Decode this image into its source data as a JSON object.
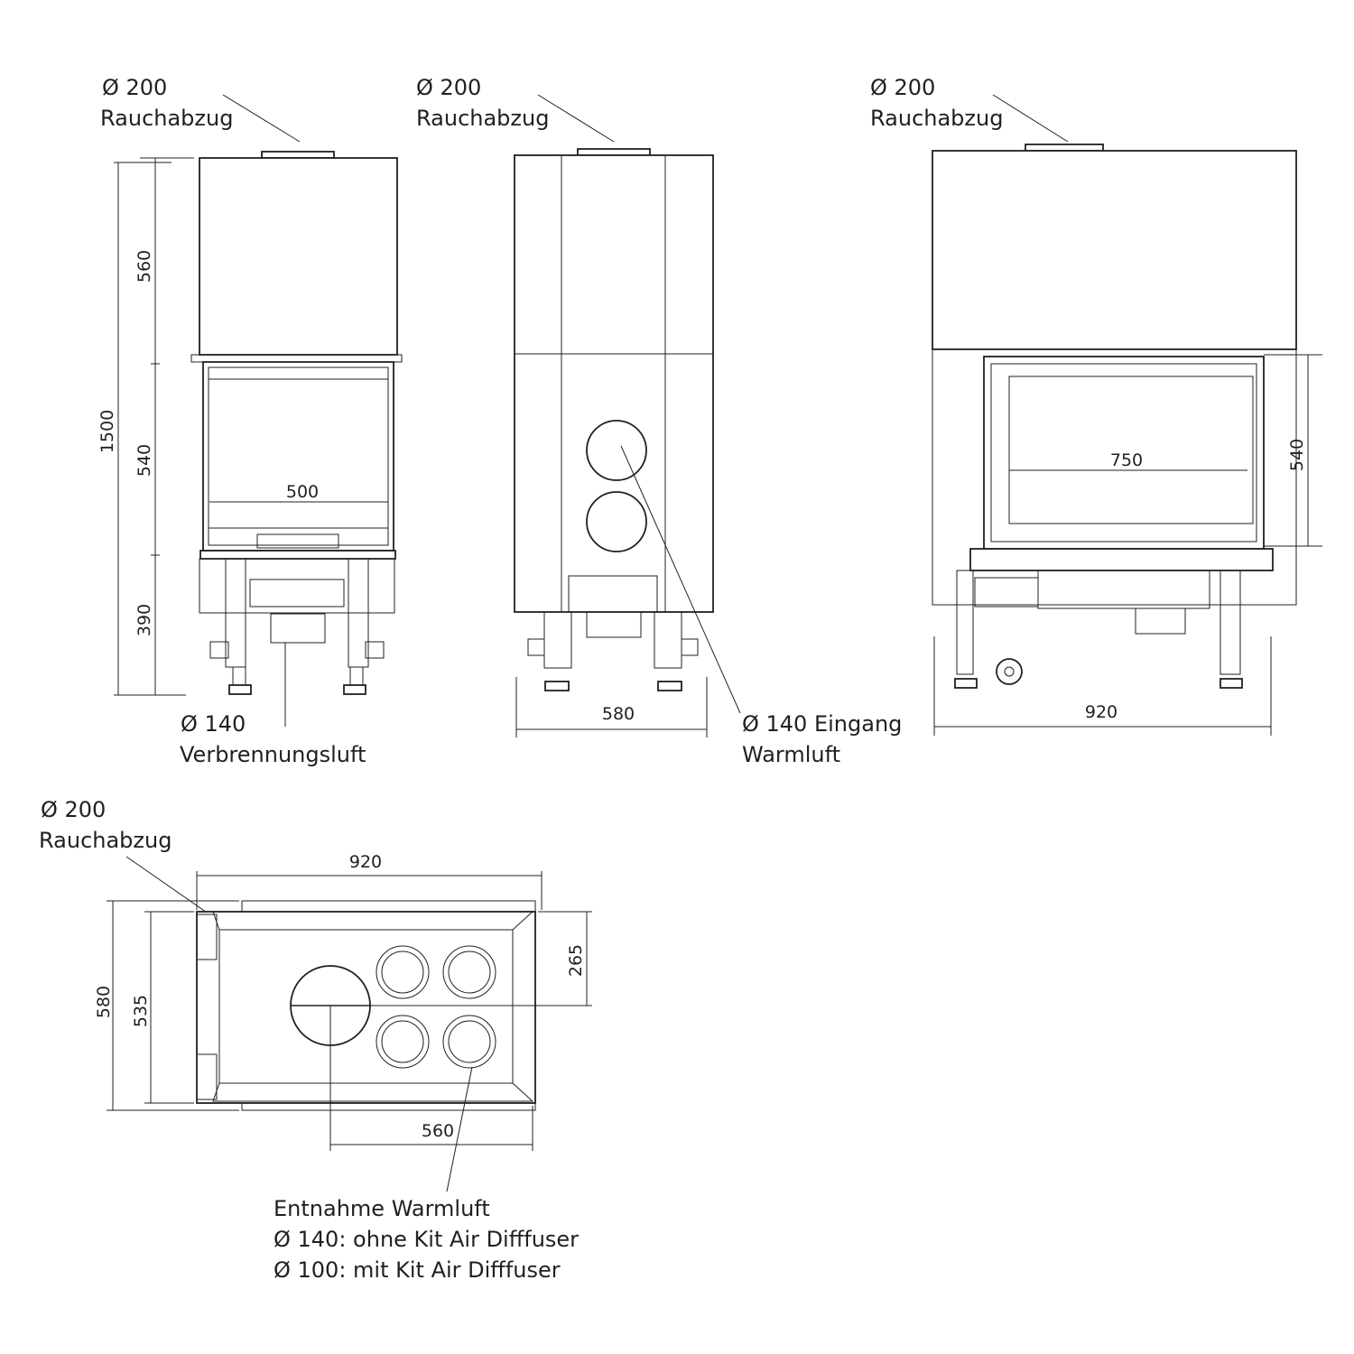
{
  "front_view": {
    "flue_diameter": "Ø 200",
    "flue_label": "Rauchabzug",
    "height_total": "1500",
    "height_top": "560",
    "height_window": "540",
    "height_base": "390",
    "width_window": "500",
    "air_inlet_diameter": "Ø 140",
    "air_inlet_label": "Verbrennungsluft"
  },
  "back_view": {
    "flue_diameter": "Ø 200",
    "flue_label": "Rauchabzug",
    "width": "580",
    "warm_air_inlet_line1": "Ø 140 Eingang",
    "warm_air_inlet_line2": "Warmluft"
  },
  "side_view": {
    "flue_diameter": "Ø 200",
    "flue_label": "Rauchabzug",
    "width_window": "750",
    "height_window": "540",
    "width_total": "920"
  },
  "top_view": {
    "flue_diameter": "Ø 200",
    "flue_label": "Rauchabzug",
    "width_total": "920",
    "depth_total": "580",
    "depth_inner": "535",
    "offset_center": "265",
    "offset_flue": "560",
    "outlet_title": "Entnahme Warmluft",
    "outlet_line1": "Ø 140: ohne Kit Air Difffuser",
    "outlet_line2": "Ø 100: mit Kit Air Difffuser"
  }
}
